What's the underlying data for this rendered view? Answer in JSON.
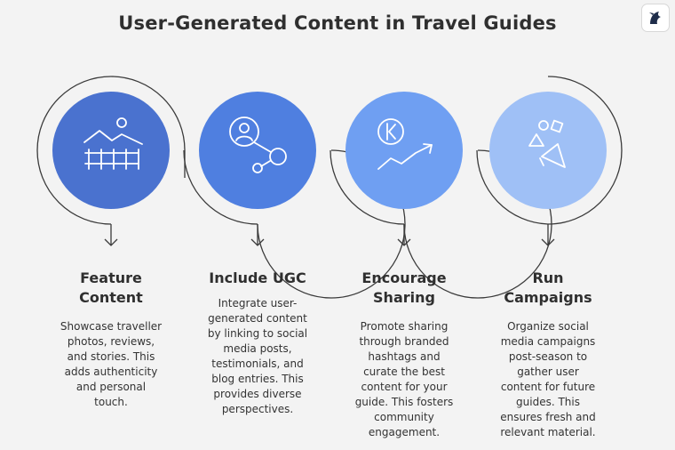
{
  "title": "User-Generated Content in Travel Guides",
  "colors": {
    "background": "#f3f3f3",
    "stage1": "#4a72cf",
    "stage2": "#4f7fe0",
    "stage3": "#6f9ff2",
    "stage4": "#9fc0f6",
    "ring": "#3a3a3a",
    "icon": "#ffffff"
  },
  "stages": [
    {
      "heading_line1": "Feature",
      "heading_line2": "Content",
      "description": [
        "Showcase traveller",
        "photos, reviews,",
        "and stories. This",
        "adds authenticity",
        "and personal",
        "touch."
      ],
      "icon": "landscape-fence-icon"
    },
    {
      "heading_line1": "Include UGC",
      "heading_line2": "",
      "description": [
        "Integrate user-",
        "generated content",
        "by linking to social",
        "media posts,",
        "testimonials, and",
        "blog entries. This",
        "provides diverse",
        "perspectives."
      ],
      "icon": "user-network-icon"
    },
    {
      "heading_line1": "Encourage",
      "heading_line2": "Sharing",
      "description": [
        "Promote sharing",
        "through branded",
        "hashtags and",
        "curate the best",
        "content for your",
        "guide. This fosters",
        "community",
        "engagement."
      ],
      "icon": "share-growth-icon"
    },
    {
      "heading_line1": "Run",
      "heading_line2": "Campaigns",
      "description": [
        "Organize social",
        "media campaigns",
        "post-season to",
        "gather user",
        "content for future",
        "guides. This",
        "ensures fresh and",
        "relevant material."
      ],
      "icon": "campaign-megaphone-icon"
    }
  ]
}
